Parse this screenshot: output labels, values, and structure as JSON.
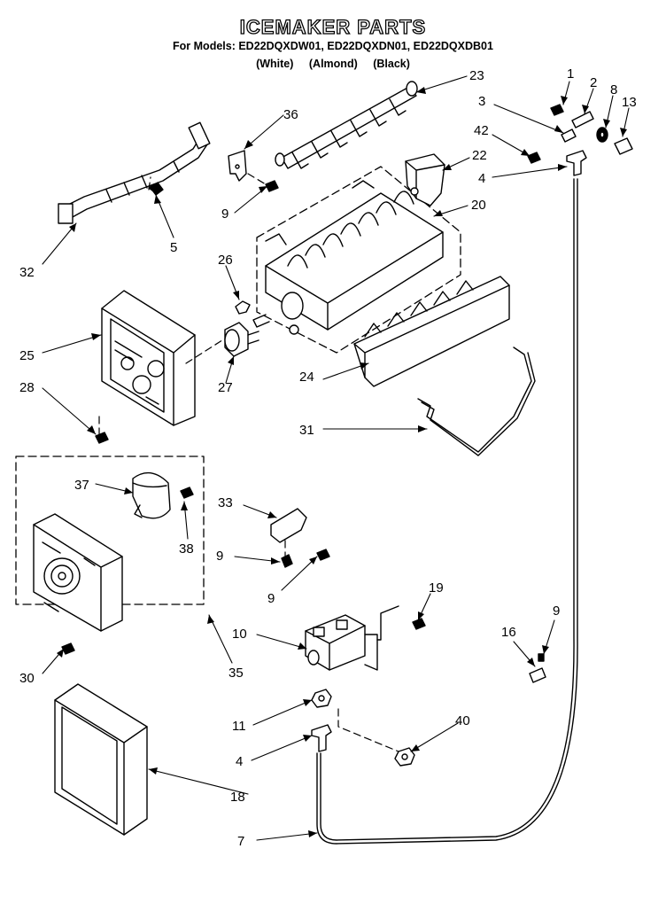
{
  "header": {
    "title": "ICEMAKER PARTS",
    "models": "For Models: ED22DQXDW01, ED22DQXDN01, ED22DQXDB01",
    "colors": "(White)   (Almond)   (Black)"
  },
  "callouts": [
    {
      "id": "c1",
      "label": "1"
    },
    {
      "id": "c2",
      "label": "2"
    },
    {
      "id": "c8",
      "label": "8"
    },
    {
      "id": "c13",
      "label": "13"
    },
    {
      "id": "c3",
      "label": "3"
    },
    {
      "id": "c42",
      "label": "42"
    },
    {
      "id": "c4a",
      "label": "4"
    },
    {
      "id": "c23",
      "label": "23"
    },
    {
      "id": "c36",
      "label": "36"
    },
    {
      "id": "c22",
      "label": "22"
    },
    {
      "id": "c9a",
      "label": "9"
    },
    {
      "id": "c20",
      "label": "20"
    },
    {
      "id": "c5",
      "label": "5"
    },
    {
      "id": "c32",
      "label": "32"
    },
    {
      "id": "c26",
      "label": "26"
    },
    {
      "id": "c25",
      "label": "25"
    },
    {
      "id": "c28",
      "label": "28"
    },
    {
      "id": "c27",
      "label": "27"
    },
    {
      "id": "c24",
      "label": "24"
    },
    {
      "id": "c31",
      "label": "31"
    },
    {
      "id": "c37",
      "label": "37"
    },
    {
      "id": "c38",
      "label": "38"
    },
    {
      "id": "c33",
      "label": "33"
    },
    {
      "id": "c9b",
      "label": "9"
    },
    {
      "id": "c9c",
      "label": "9"
    },
    {
      "id": "c19",
      "label": "19"
    },
    {
      "id": "c9d",
      "label": "9"
    },
    {
      "id": "c10",
      "label": "10"
    },
    {
      "id": "c16",
      "label": "16"
    },
    {
      "id": "c30",
      "label": "30"
    },
    {
      "id": "c35",
      "label": "35"
    },
    {
      "id": "c11",
      "label": "11"
    },
    {
      "id": "c40",
      "label": "40"
    },
    {
      "id": "c4b",
      "label": "4"
    },
    {
      "id": "c18",
      "label": "18"
    },
    {
      "id": "c7",
      "label": "7"
    }
  ]
}
